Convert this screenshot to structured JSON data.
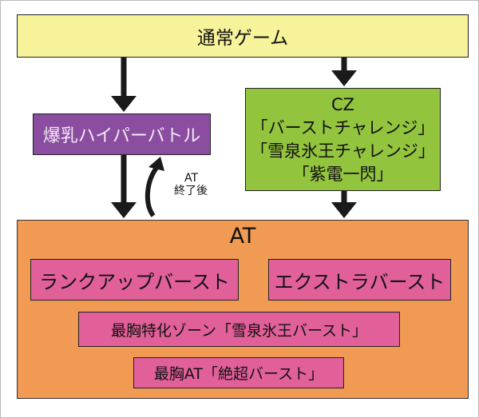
{
  "nodes": {
    "normal_game": "通常ゲーム",
    "battle": "爆乳ハイパーバトル",
    "cz_title": "CZ",
    "cz_line1": "「バーストチャレンジ」",
    "cz_line2": "「雪泉氷王チャレンジ」",
    "cz_line3": "「紫電一閃」",
    "at_title": "AT",
    "rank_up": "ランクアップバースト",
    "extra": "エクストラバースト",
    "kyoku_zone": "最胸特化ゾーン「雪泉氷王バースト」",
    "zetsu": "最胸AT「絶超バースト」"
  },
  "edge_labels": {
    "at_after_line1": "AT",
    "at_after_line2": "終了後"
  },
  "colors": {
    "normal_game": "#f6f39a",
    "battle": "#8a4d9f",
    "cz": "#93c43d",
    "at_area": "#f09a53",
    "at_modes": "#e1609a",
    "arrow": "#1a1a1a",
    "mode_arrow": "#a9a9a9"
  }
}
